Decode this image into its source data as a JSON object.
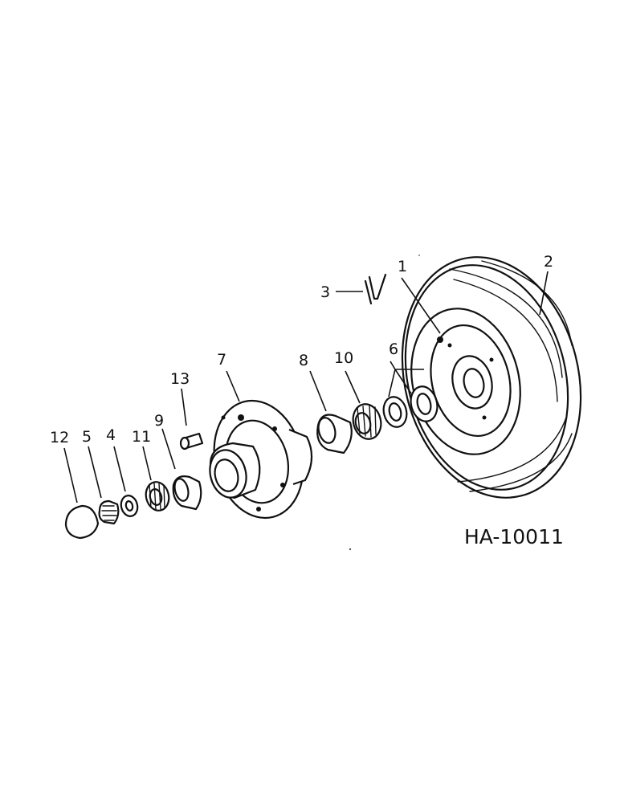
{
  "figure_code": "HA-10011",
  "callouts": {
    "c1": "1",
    "c2": "2",
    "c3": "3",
    "c4": "4",
    "c5": "5",
    "c6": "6",
    "c7": "7",
    "c8": "8",
    "c9": "9",
    "c10": "10",
    "c11": "11",
    "c12": "12",
    "c13": "13"
  }
}
